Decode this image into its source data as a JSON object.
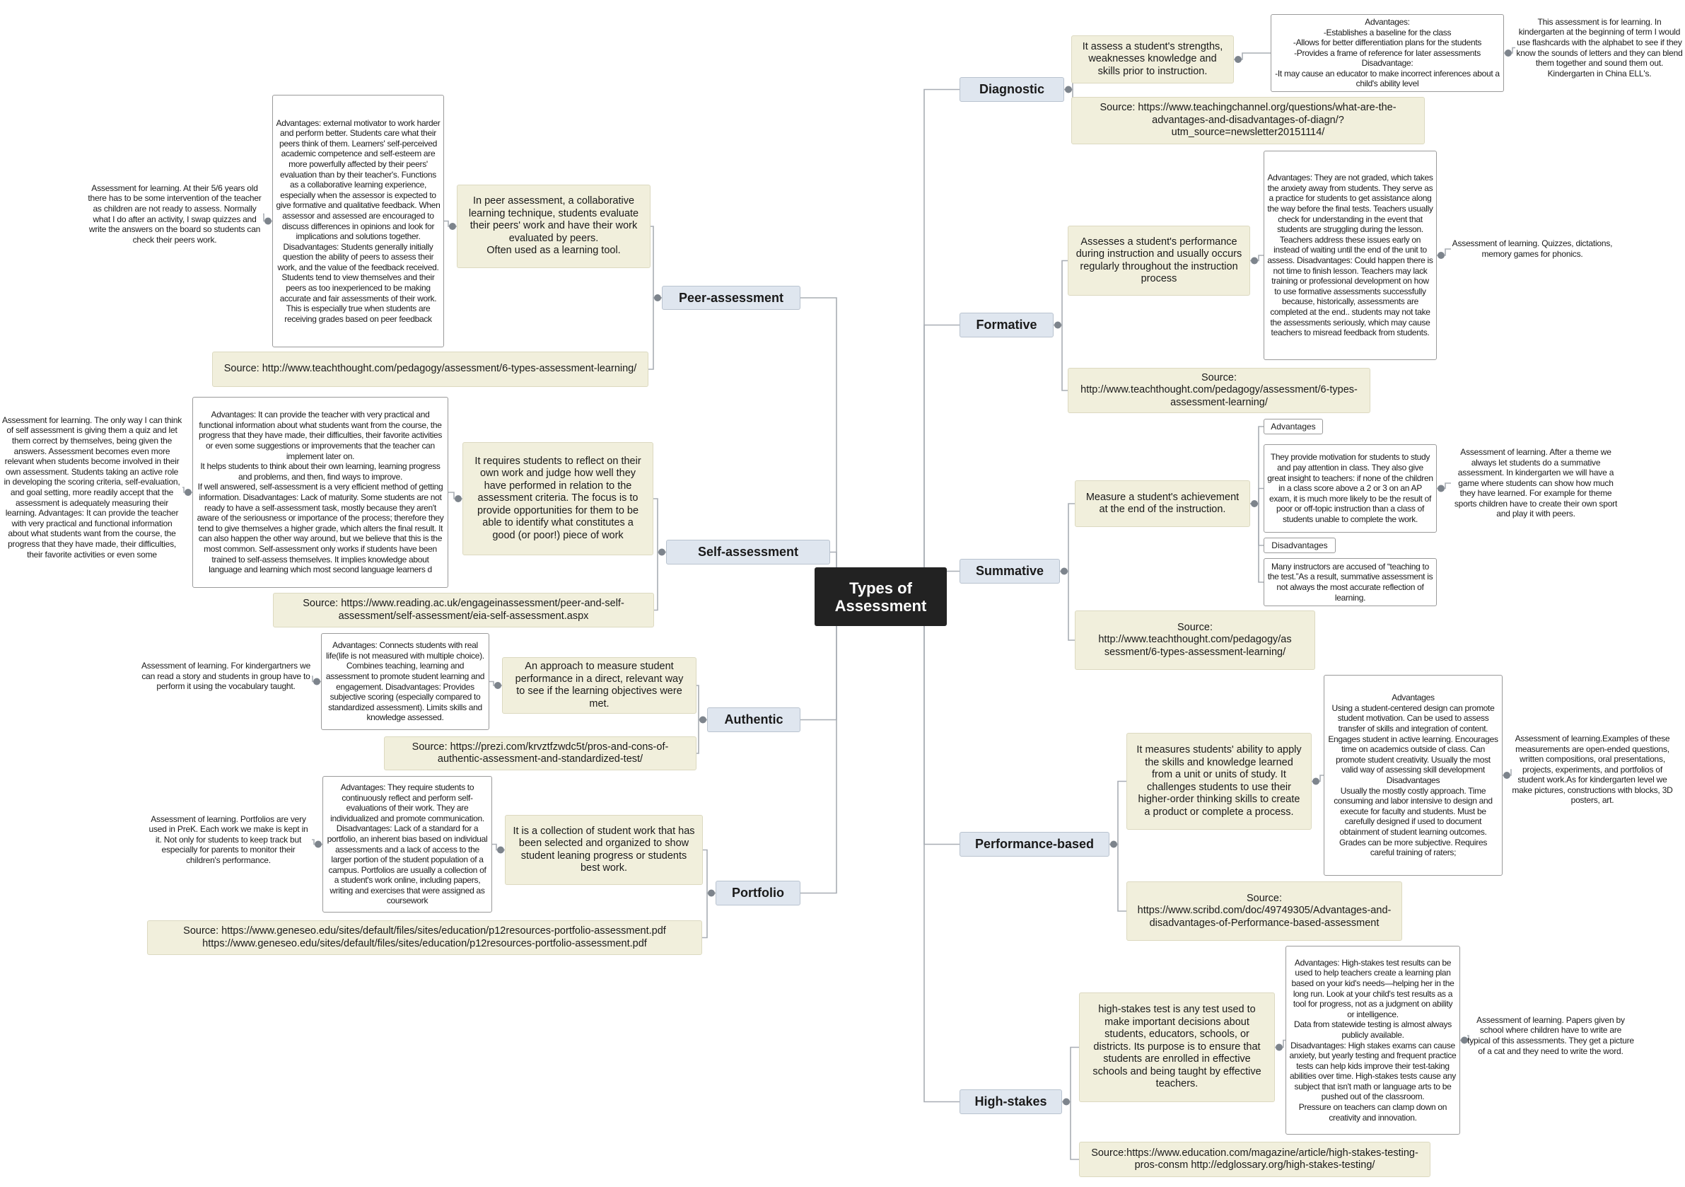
{
  "center": {
    "title": "Types of\nAssessment"
  },
  "diagnostic": {
    "label": "Diagnostic",
    "description": "It assess a student's strengths, weaknesses knowledge and skills prior to instruction.",
    "pros_cons": "Advantages:\n-Establishes a baseline for the class\n-Allows for better differentiation plans for the students\n-Provides a frame of reference for later assessments\nDisadvantage:\n-It may cause an educator to make incorrect inferences about a child's ability level",
    "note": "This assessment is for learning. In kindergarten at the beginning of term I would use flashcards with the alphabet to see if they know the sounds of letters and they can blend them together and sound them out. Kindergarten in China ELL's.",
    "source": "Source: https://www.teachingchannel.org/questions/what-are-the-advantages-and-disadvantages-of-diagn/?utm_source=newsletter20151114/"
  },
  "formative": {
    "label": "Formative",
    "description": "Assesses a student's performance during instruction and usually occurs regularly throughout the instruction process",
    "pros_cons": "Advantages: They are not graded, which takes the anxiety away from students. They serve as a practice for students to get assistance along the way before the final tests. Teachers usually check for understanding in the event that students are struggling during the lesson. Teachers address these issues early on instead of waiting until the end of the unit to assess. Disadvantages: Could happen there is not time to finish lesson. Teachers may lack training or professional development on how to use formative assessments successfully because, historically, assessments are completed at the end.. students may not take the assessments seriously, which may cause teachers to misread feedback from students.",
    "note": "Assessment of learning. Quizzes, dictations, memory games for phonics.",
    "source": "Source:\nhttp://www.teachthought.com/pedagogy/assessment/6-types-assessment-learning/"
  },
  "summative": {
    "label": "Summative",
    "description": "Measure a student's achievement at the end of the instruction.",
    "advantages_label": "Advantages",
    "advantages": "They provide motivation for students to study and pay attention in class. They also give great insight to teachers: if none of the children in a class score above a 2 or 3 on an AP exam, it is much more likely to be the result of poor or off-topic instruction than a class of students unable to complete the work.",
    "disadvantages_label": "Disadvantages",
    "disadvantages": "Many instructors are accused of “teaching to the test.”As a result, summative assessment is not always the most accurate reflection of learning.",
    "note": "Assessment of learning. After a theme we always let students do a summative assessment. In kindergarten we will have a game where students can show how much they have learned. For example for theme sports children have to create their own sport and play it with peers.",
    "source": "Source:\nhttp://www.teachthought.com/pedagogy/as sessment/6-types-assessment-learning/"
  },
  "performance": {
    "label": "Performance-based",
    "description": "It measures students' ability to apply the skills and knowledge learned from a unit or units of study. It challenges students to use their higher-order thinking skills to create a product or complete a process.",
    "pros_cons": "Advantages\nUsing a student-centered design can promote student motivation. Can be used to assess transfer of skills and integration of content. Engages student in active learning. Encourages time on academics outside of class. Can promote student creativity. Usually the most valid way of assessing skill development\nDisadvantages\nUsually the mostly costly approach. Time consuming and labor intensive to design and execute for faculty and students. Must be carefully designed if used to document obtainment of student learning outcomes. Grades can be more subjective. Requires careful training of raters;",
    "note": "Assessment of learning.Examples of these measurements are open-ended questions, written compositions, oral presentations, projects, experiments, and portfolios of student work.As for kindergarten level we make pictures, constructions with blocks, 3D posters, art.",
    "source": "Source:\nhttps://www.scribd.com/doc/49749305/Advantages-and-disadvantages-of-Performance-based-assessment"
  },
  "highstakes": {
    "label": "High-stakes",
    "description": "high-stakes test is any test used to make important decisions about students, educators, schools, or districts. Its purpose is to ensure that students are enrolled in effective schools and being taught by effective teachers.",
    "pros_cons": "Advantages: High-stakes test results can be used to help teachers create a learning plan based on your kid's needs—helping her in the long run. Look at your child's test results as a tool for progress, not as a judgment on ability or intelligence.\nData from statewide testing is almost always publicly available.\nDisadvantages: High stakes exams can cause anxiety, but yearly testing and frequent practice tests can help kids improve their test-taking abilities over time. High-stakes tests cause any subject that isn't math or language arts to be pushed out of the classroom.\nPressure on teachers can clamp down on creativity and innovation.",
    "note": "Assessment of learning. Papers given by school where children have to write are typical of this assessments. They get a picture of a cat and they need to write the word.",
    "source": "Source:https://www.education.com/magazine/article/high-stakes-testing-pros-consm http://edglossary.org/high-stakes-testing/"
  },
  "peer": {
    "label": "Peer-assessment",
    "description": "In peer assessment, a collaborative learning technique, students evaluate their peers' work and have their work evaluated by peers.\nOften used as a learning tool.",
    "pros_cons": "Advantages:  external motivator to work harder and perform better. Students care what their peers think of them. Learners' self-perceived academic competence and self-esteem are more powerfully affected by their peers' evaluation than by their teacher's. Functions as a collaborative learning experience, especially when the assessor is expected to give formative and qualitative feedback.  When assessor and assessed are encouraged to discuss differences in opinions and look for implications and solutions together. Disadvantages: Students generally initially question the ability of peers to assess their work, and the value of the feedback received. Students tend to view themselves and their peers as too inexperienced to be making accurate and fair assessments of their work. This is especially true when students are receiving grades based on peer feedback",
    "note": "Assessment for learning. At their 5/6 years old there has to be some intervention of the teacher as children are not ready to assess. Normally what I do after an activity, I swap quizzes and write the answers on the board so students can check their peers work.",
    "source": "Source: http://www.teachthought.com/pedagogy/assessment/6-types-assessment-learning/"
  },
  "self": {
    "label": "Self-assessment",
    "description": "It requires students to reflect on their own work and judge how well they have performed in relation to the assessment criteria. The focus is to provide opportunities for them to be able to identify what constitutes a good (or poor!) piece of work",
    "pros_cons": "Advantages: It can provide the teacher with very practical and functional information about what students want from the course, the progress that they have made, their difficulties, their favorite activities or even some suggestions or improvements that the teacher can implement later on.\nIt helps students to think about their own learning, learning progress and problems, and then, find ways to improve.\nIf well answered, self-assessment is a very efficient method of getting information.        Disadvantages: Lack of maturity. Some students are not ready to have a self-assessment task, mostly because they aren't aware of the seriousness or importance of the process; therefore they tend to give themselves a higher grade, which alters the final result. It can also happen the other way around, but we believe that this is the most common.   Self-assessment only works if students have been trained to self-assess themselves.  It implies knowledge about language and learning which most second language learners d",
    "note": "Assessment for learning. The only way I can think of self assessment is giving them a quiz and let them correct by themselves, being given the answers. Assessment becomes even more relevant when students become involved in their own assessment. Students taking an active role in developing the scoring criteria, self-evaluation, and goal setting, more readily accept that the assessment is adequately measuring their learning. Advantages: It can provide the teacher with very practical and functional information about what students want from the course, the progress that they have made, their difficulties, their favorite activities or even some",
    "source": "Source: https://www.reading.ac.uk/engageinassessment/peer-and-self-assessment/self-assessment/eia-self-assessment.aspx"
  },
  "authentic": {
    "label": "Authentic",
    "description": "An approach to measure student performance in a direct, relevant way to see if the learning objectives were met.",
    "pros_cons": "Advantages: Connects students with real life(life is not measured with multiple choice). Combines teaching, learning and assessment to promote student learning and engagement. Disadvantages: Provides subjective scoring (especially compared to standardized assessment). Limits skills and knowledge assessed.",
    "note": "Assessment of learning. For kindergartners we can read a story and students in group have to perform it using the vocabulary taught.",
    "source": "Source: https://prezi.com/krvztfzwdc5t/pros-and-cons-of-authentic-assessment-and-standardized-test/"
  },
  "portfolio": {
    "label": "Portfolio",
    "description": "It is a collection of student work that has been selected and organized to show student leaning progress or students best work.",
    "pros_cons": "Advantages: They require students to continuously reflect and perform self-evaluations of their work. They are individualized and promote communication.  Disadvantages: Lack of a standard for a portfolio, an inherent bias based on individual assessments and a lack of access to the larger portion of the student population of a campus. Portfolios are usually a collection of a student's work online, including papers, writing and exercises that were assigned as coursework",
    "note": "Assessment of learning. Portfolios are very used in PreK. Each work we make is kept in it. Not only for students to keep track but especially for parents to monitor their children's performance.",
    "source": "Source: https://www.geneseo.edu/sites/default/files/sites/education/p12resources-portfolio-assessment.pdf https://www.geneseo.edu/sites/default/files/sites/education/p12resources-portfolio-assessment.pdf"
  },
  "colors": {
    "center": "#222222",
    "topic": "#dfe6ef",
    "subtopic": "#f1efdc",
    "line": "#a8adb4"
  }
}
